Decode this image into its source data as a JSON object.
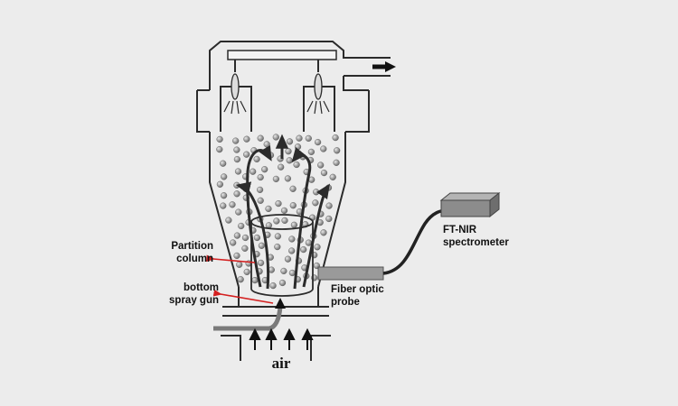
{
  "labels": {
    "partition_line1": "Partition",
    "partition_line2": "column",
    "spray_line1": "bottom",
    "spray_line2": "spray gun",
    "probe_line1": "Fiber optic",
    "probe_line2": "probe",
    "spectrometer_line1": "FT-NIR",
    "spectrometer_line2": "spectrometer",
    "air": "air"
  },
  "colors": {
    "background": "#ececec",
    "outline": "#2b2b2b",
    "pointer_arrow": "#d42020",
    "probe": "#9a9a9a",
    "spectrometer": "#8c8c8c",
    "particle": "#8a8a8a"
  }
}
